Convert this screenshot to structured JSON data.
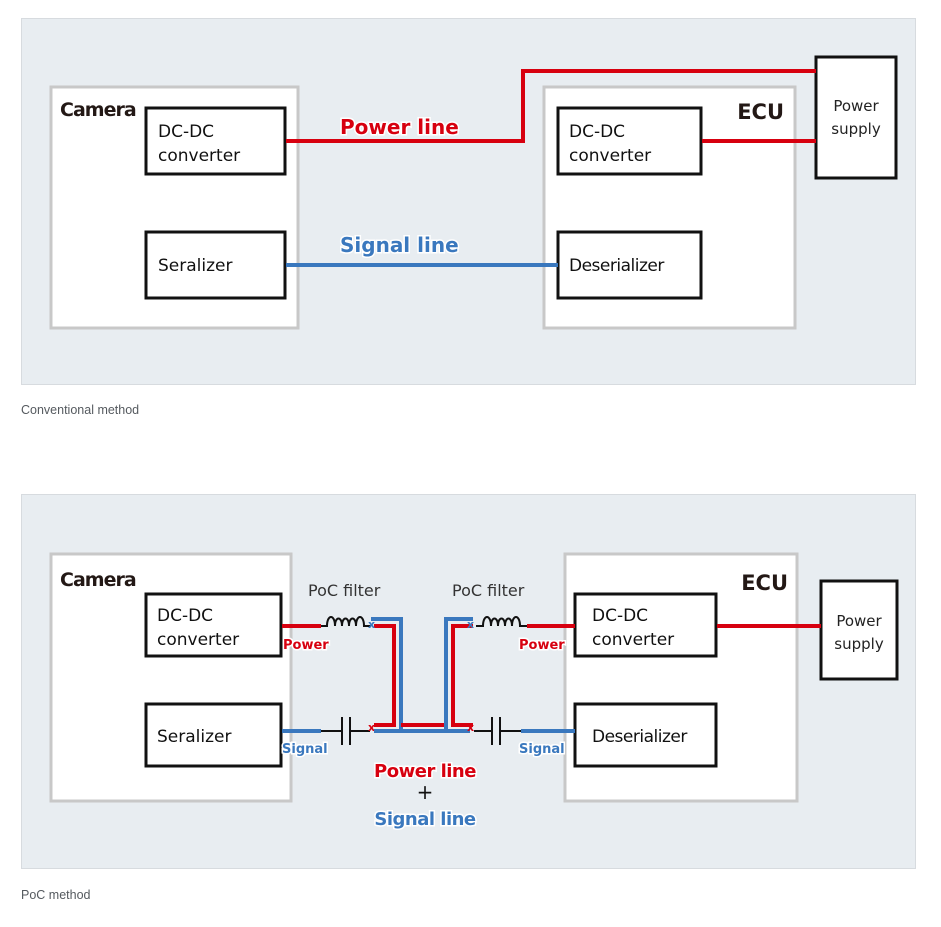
{
  "colors": {
    "power": "#d7000f",
    "signal": "#3a78be",
    "panel_bg": "#e8edf1",
    "box_border": "#c8c8c8",
    "component_border": "#111111",
    "caption": "#555a5f"
  },
  "conventional": {
    "camera_label": "Camera",
    "camera_dcdc_line1": "DC-DC",
    "camera_dcdc_line2": "converter",
    "serializer": "Seralizer",
    "ecu_label": "ECU",
    "ecu_dcdc_line1": "DC-DC",
    "ecu_dcdc_line2": "converter",
    "deserializer": "Deserializer",
    "power_supply_line1": "Power",
    "power_supply_line2": "supply",
    "power_line_label": "Power line",
    "signal_line_label": "Signal line",
    "caption": "Conventional method"
  },
  "poc": {
    "camera_label": "Camera",
    "camera_dcdc_line1": "DC-DC",
    "camera_dcdc_line2": "converter",
    "serializer": "Seralizer",
    "ecu_label": "ECU",
    "ecu_dcdc_line1": "DC-DC",
    "ecu_dcdc_line2": "converter",
    "deserializer": "Deserializer",
    "power_supply_line1": "Power",
    "power_supply_line2": "supply",
    "left_filter_label": "PoC filter",
    "right_filter_label": "PoC filter",
    "left_power_label": "Power",
    "right_power_label": "Power",
    "left_signal_label": "Signal",
    "right_signal_label": "Signal",
    "combined_power_label": "Power line",
    "plus_sign": "+",
    "combined_signal_label": "Signal line",
    "caption": "PoC method"
  }
}
